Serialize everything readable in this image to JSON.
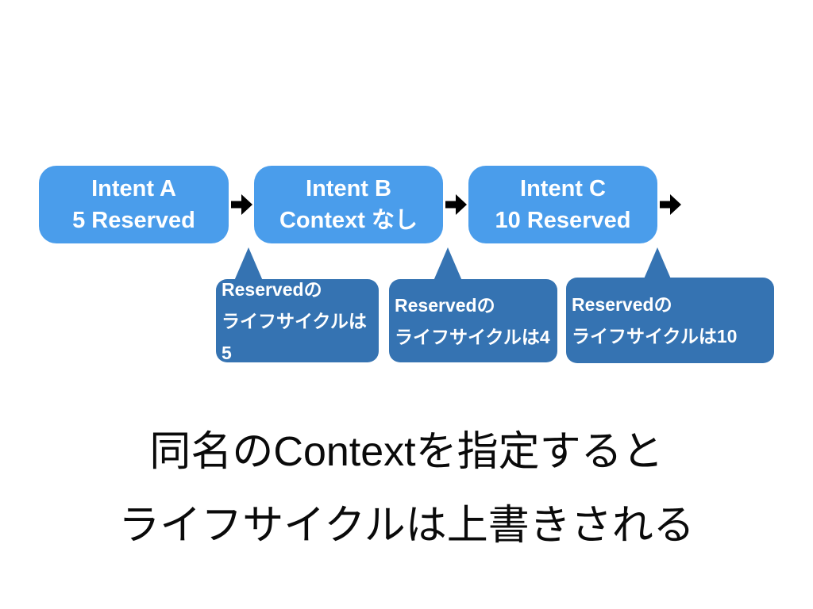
{
  "slide": {
    "colors": {
      "slide_bg": "#ffffff",
      "intent_box_bg": "#4a9deb",
      "callout_bg": "#3573b2",
      "arrow_color": "#000000",
      "box_text": "#ffffff",
      "caption_text": "#0a0a0a"
    },
    "flow": {
      "arrow_icon": "arrow-right"
    },
    "intents": [
      {
        "line1": "Intent A",
        "line2": "5 Reserved"
      },
      {
        "line1": "Intent B",
        "line2": "Context なし"
      },
      {
        "line1": "Intent C",
        "line2": "10 Reserved"
      }
    ],
    "callouts": [
      {
        "line1": "Reservedの",
        "line2": "ライフサイクルは5"
      },
      {
        "line1": "Reservedの",
        "line2": "ライフサイクルは4"
      },
      {
        "line1": "Reservedの",
        "line2": "ライフサイクルは10"
      }
    ],
    "caption": {
      "line1": "同名のContextを指定すると",
      "line2": "ライフサイクルは上書きされる"
    }
  }
}
